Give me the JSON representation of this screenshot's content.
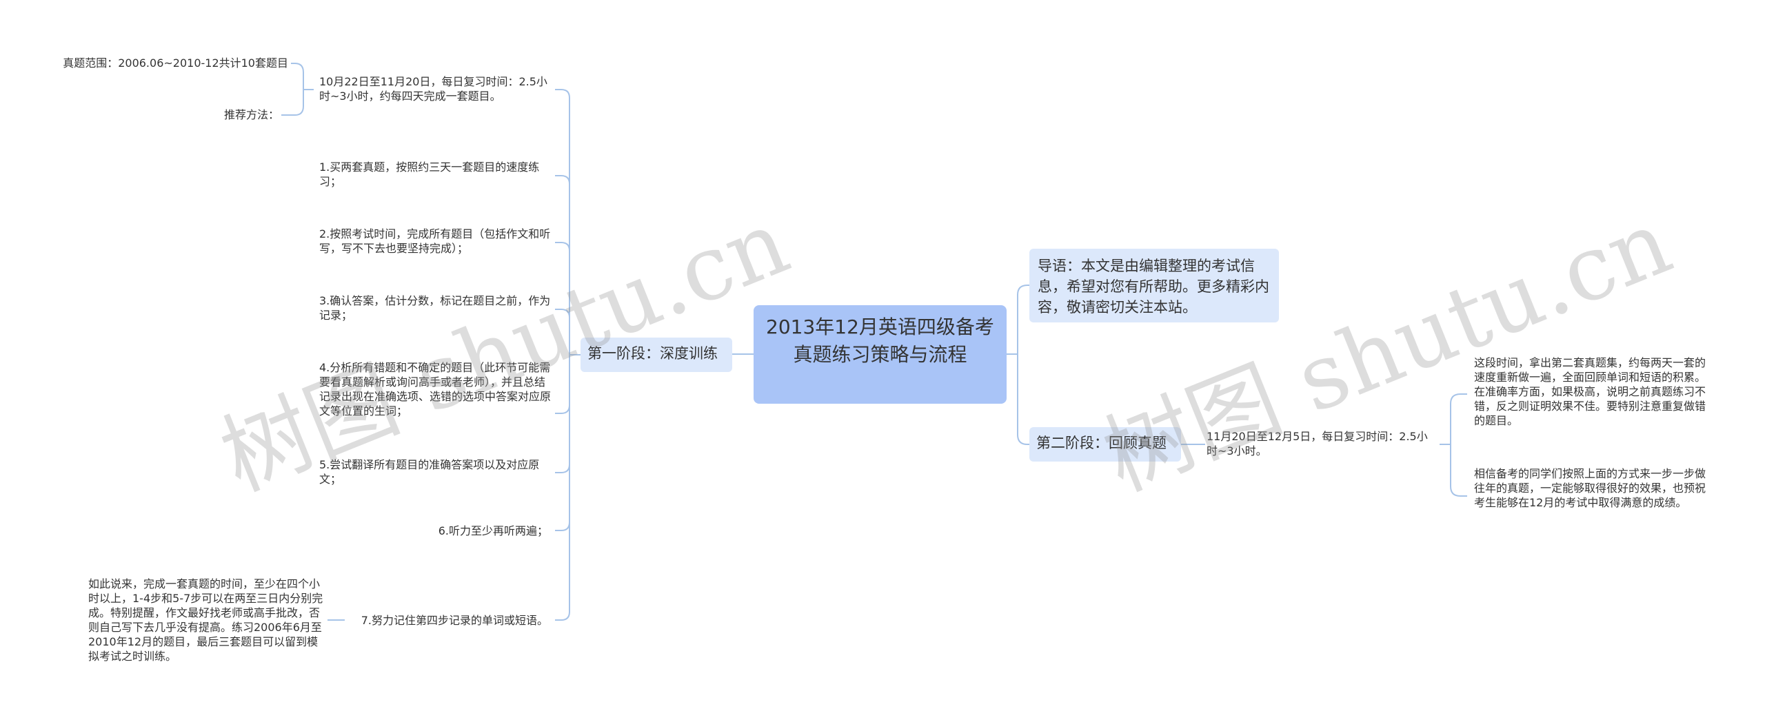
{
  "root": {
    "title": "2013年12月英语四级备考真题练习策略与流程"
  },
  "watermark": "树图 shutu.cn",
  "colors": {
    "root_bg": "#a9c4f7",
    "branch_bg": "#dce8fb",
    "line": "#a6c3e8"
  },
  "right": {
    "intro": "导语：本文是由编辑整理的考试信息，希望对您有所帮助。更多精彩内容，敬请密切关注本站。",
    "stage2": {
      "label": "第二阶段：回顾真题",
      "time": "11月20日至12月5日，每日复习时间：2.5小时~3小时。",
      "notes": [
        "这段时间，拿出第二套真题集，约每两天一套的速度重新做一遍，全面回顾单词和短语的积累。在准确率方面，如果极高，说明之前真题练习不错，反之则证明效果不佳。要特别注意重复做错的题目。",
        "相信备考的同学们按照上面的方式来一步一步做往年的真题，一定能够取得很好的效果，也预祝考生能够在12月的考试中取得满意的成绩。"
      ]
    }
  },
  "left": {
    "stage1": {
      "label": "第一阶段：深度训练",
      "time": "10月22日至11月20日，每日复习时间：2.5小时~3小时，约每四天完成一套题目。",
      "scope": "真题范围：2006.06~2010-12共计10套题目",
      "method": "推荐方法：",
      "steps": [
        "1.买两套真题，按照约三天一套题目的速度练习；",
        "2.按照考试时间，完成所有题目（包括作文和听写，写不下去也要坚持完成）；",
        "3.确认答案，估计分数，标记在题目之前，作为记录；",
        "4.分析所有错题和不确定的题目（此环节可能需要看真题解析或询问高手或者老师），并且总结记录出现在准确选项、选错的选项中答案对应原文等位置的生词；",
        "5.尝试翻译所有题目的准确答案项以及对应原文；",
        "6.听力至少再听两遍；",
        "7.努力记住第四步记录的单词或短语。"
      ],
      "step7_note": "如此说来，完成一套真题的时间，至少在四个小时以上，1-4步和5-7步可以在两至三日内分别完成。特别提醒，作文最好找老师或高手批改，否则自己写下去几乎没有提高。练习2006年6月至2010年12月的题目，最后三套题目可以留到模拟考试之时训练。"
    }
  }
}
